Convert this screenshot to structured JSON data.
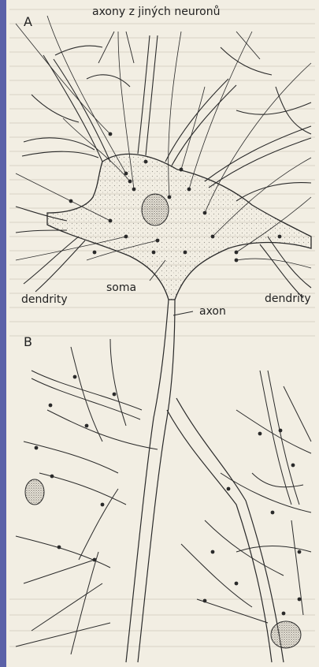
{
  "figure": {
    "panel_a_label": "A",
    "panel_b_label": "B",
    "labels": {
      "axons_from_other_neurons": "axony z jiných neuronů",
      "soma": "soma",
      "dendrites_left": "dendrity",
      "dendrites_right": "dendrity",
      "axon": "axon"
    }
  },
  "colors": {
    "frame": "#5b61a8",
    "paper": "#f2eee3",
    "ink": "#2a2a2a",
    "nucleus": "#8a8580"
  }
}
